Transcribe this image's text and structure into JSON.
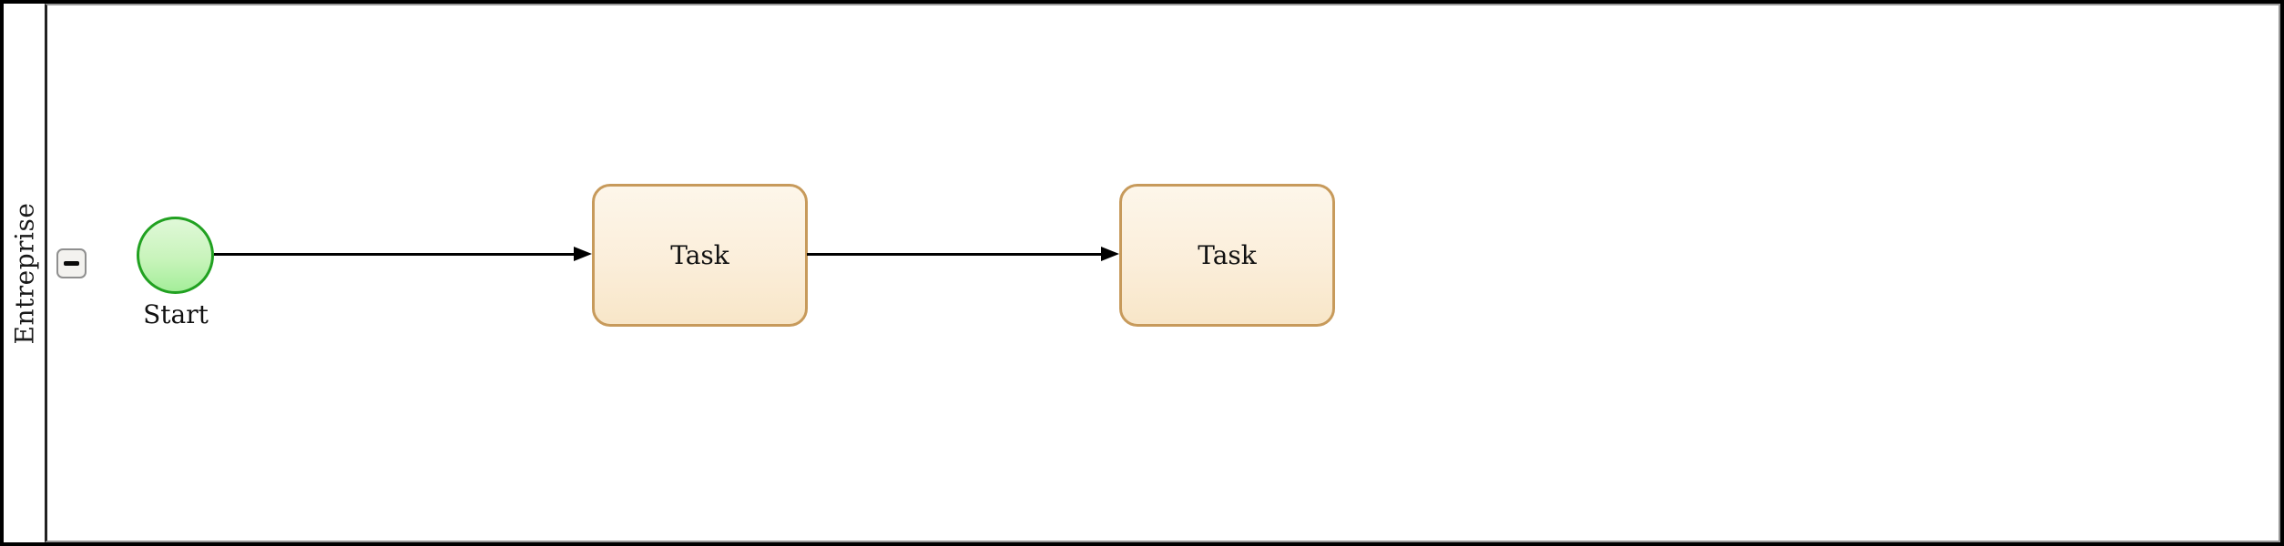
{
  "pool": {
    "name": "Entreprise",
    "collapse_button": {
      "icon": "minus-icon",
      "state": "expanded"
    }
  },
  "nodes": [
    {
      "id": "start",
      "type": "start-event",
      "label": "Start"
    },
    {
      "id": "task-1",
      "type": "task",
      "label": "Task"
    },
    {
      "id": "task-2",
      "type": "task",
      "label": "Task"
    }
  ],
  "edges": [
    {
      "from": "start",
      "to": "task-1",
      "direction": "right"
    },
    {
      "from": "task-1",
      "to": "task-2",
      "direction": "right"
    }
  ],
  "colors": {
    "pool_border": "#000000",
    "lane_border": "#9a9a9a",
    "start_event_stroke": "#21a121",
    "start_event_fill_top": "#e0f8d8",
    "start_event_fill_bottom": "#a5ee9a",
    "task_stroke": "#c79a5b",
    "task_fill_top": "#fdf6ea",
    "task_fill_bottom": "#f8e6c8",
    "edge_color": "#000000"
  }
}
